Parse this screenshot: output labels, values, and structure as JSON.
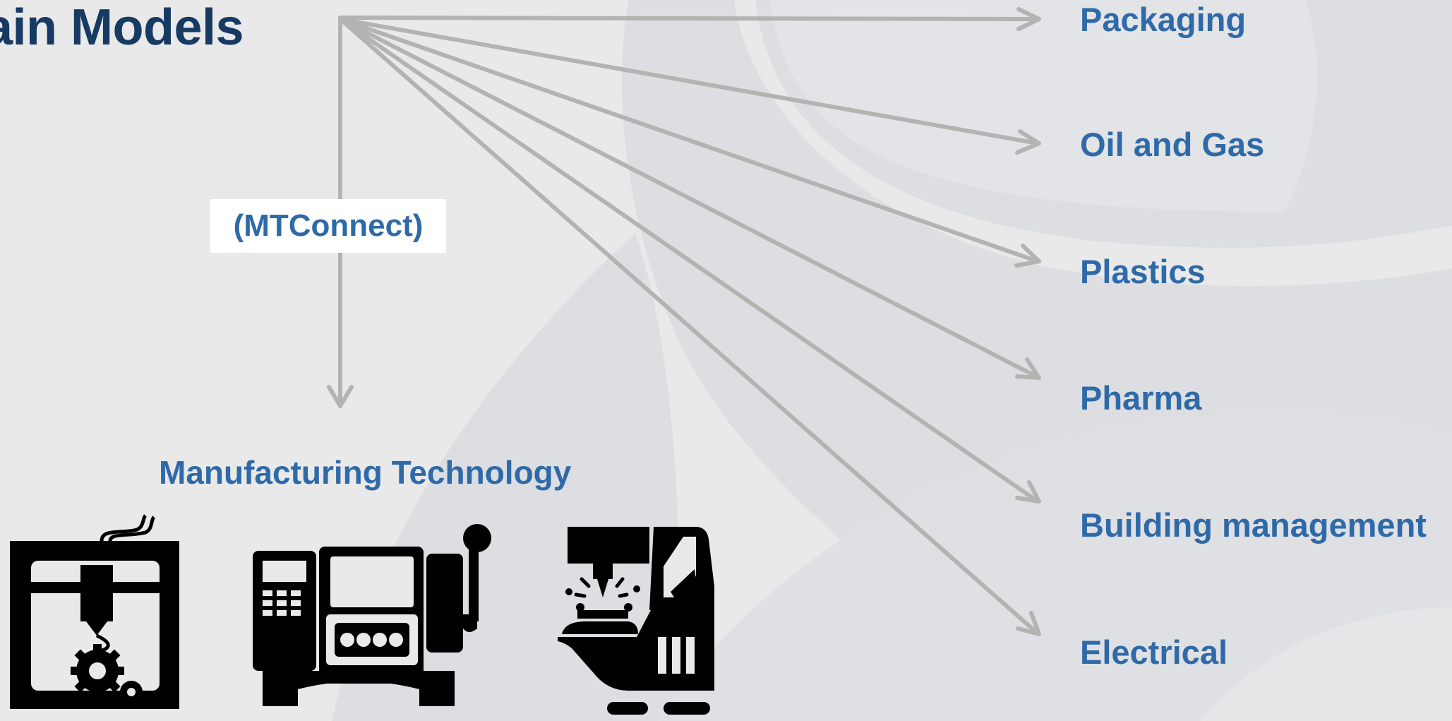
{
  "title": "ain Models",
  "connector": {
    "label": "(MTConnect)"
  },
  "domains": [
    {
      "label": "Packaging"
    },
    {
      "label": "Oil and Gas"
    },
    {
      "label": "Plastics"
    },
    {
      "label": "Pharma"
    },
    {
      "label": "Building management"
    },
    {
      "label": "Electrical"
    }
  ],
  "manufacturing": {
    "label": "Manufacturing Technology",
    "machines": [
      {
        "icon": "3d-printer-icon"
      },
      {
        "icon": "cnc-lathe-icon"
      },
      {
        "icon": "milling-machine-icon"
      }
    ]
  },
  "colors": {
    "background": "#e9e9ea",
    "title": "#173a63",
    "label": "#2f6aa8",
    "arrow": "#b3b3b1",
    "icon": "#000000"
  }
}
